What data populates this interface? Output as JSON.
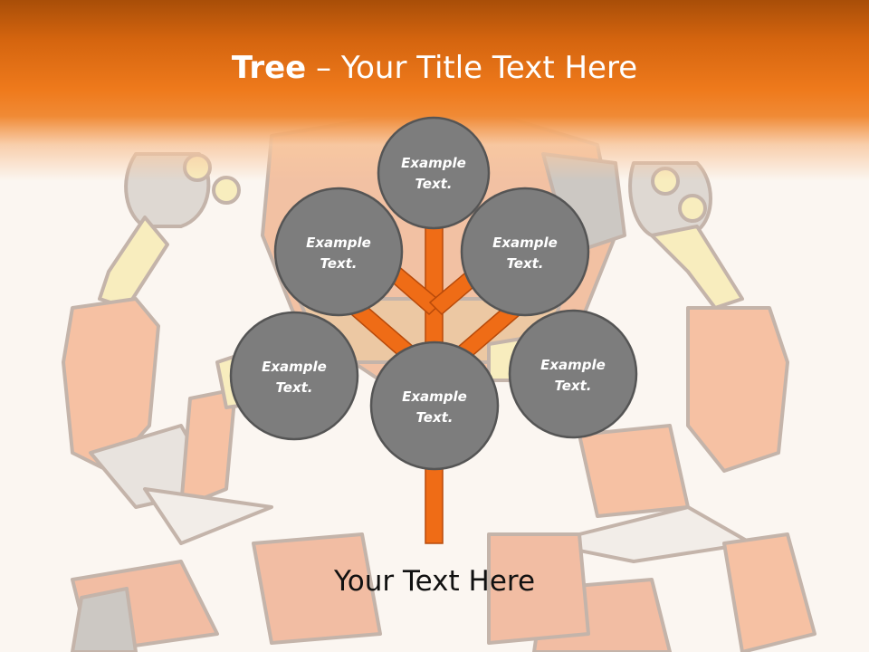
{
  "slide": {
    "title_bold": "Tree",
    "title_separator": " – ",
    "title_rest": "Your Title Text Here",
    "caption": "Your Text Here"
  },
  "nodes": [
    {
      "id": "top",
      "line1": "Example",
      "line2": "Text."
    },
    {
      "id": "upper-left",
      "line1": "Example",
      "line2": "Text."
    },
    {
      "id": "upper-right",
      "line1": "Example",
      "line2": "Text."
    },
    {
      "id": "lower-left",
      "line1": "Example",
      "line2": "Text."
    },
    {
      "id": "center",
      "line1": "Example",
      "line2": "Text."
    },
    {
      "id": "lower-right",
      "line1": "Example",
      "line2": "Text."
    }
  ],
  "colors": {
    "header_orange": "#ef7a1c",
    "branch_orange": "#ef6c16",
    "node_fill": "#7d7d7d",
    "node_stroke": "#555555",
    "node_text": "#ffffff",
    "background": "#fbf6f1"
  },
  "icons": {
    "background": "faded-robot-illustration"
  }
}
